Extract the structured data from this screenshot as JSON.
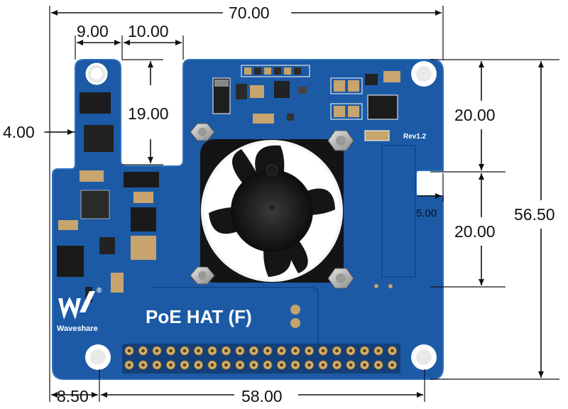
{
  "board": {
    "title": "PoE HAT (F)",
    "brand": "Waveshare",
    "revision": "Rev1.2",
    "pcb_color": "#1c5aa6",
    "pcb_edge_color": "#2d6fbe",
    "fan_color": "#111111",
    "trademark": "®"
  },
  "dimensions": {
    "overall_width": "70.00",
    "tab_width": "9.00",
    "slot_width": "10.00",
    "slot_depth": "19.00",
    "tab_offset": "4.00",
    "hole_spacing_upper": "20.00",
    "hole_spacing_lower": "20.00",
    "notch_depth": "5.00",
    "overall_height": "56.50",
    "hole_edge_offset": "8.50",
    "hole_spacing_horizontal": "58.00"
  }
}
